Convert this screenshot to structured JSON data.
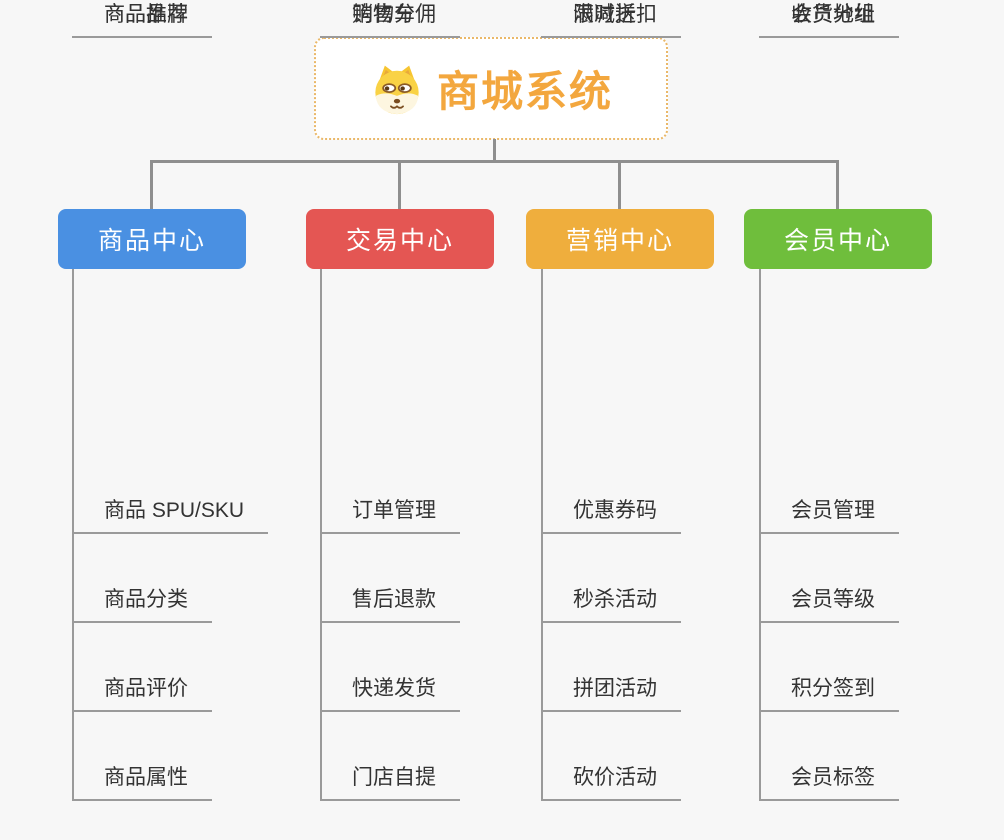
{
  "root": {
    "title": "商城系统",
    "icon": "dog-face-icon"
  },
  "branches": [
    {
      "label": "商品中心",
      "color": "#4a90e2",
      "items": [
        "商品 SPU/SKU",
        "商品分类",
        "商品评价",
        "商品属性",
        "商品推荐",
        "商品品牌"
      ]
    },
    {
      "label": "交易中心",
      "color": "#e45653",
      "items": [
        "订单管理",
        "售后退款",
        "快递发货",
        "门店自提",
        "购物车",
        "销售分佣"
      ]
    },
    {
      "label": "营销中心",
      "color": "#efae3d",
      "items": [
        "优惠券码",
        "秒杀活动",
        "拼团活动",
        "砍价活动",
        "限时折扣",
        "满减送"
      ]
    },
    {
      "label": "会员中心",
      "color": "#6fbe3c",
      "items": [
        "会员管理",
        "会员等级",
        "积分签到",
        "会员标签",
        "会员分组",
        "收货地址"
      ]
    }
  ],
  "colors": {
    "background": "#f7f7f7",
    "connector": "#8f8f8f",
    "leaf_line": "#9a9a9a",
    "leaf_text": "#333333",
    "root_title": "#f3a73e",
    "root_border": "#eab869",
    "branch_text": "#ffffff"
  }
}
